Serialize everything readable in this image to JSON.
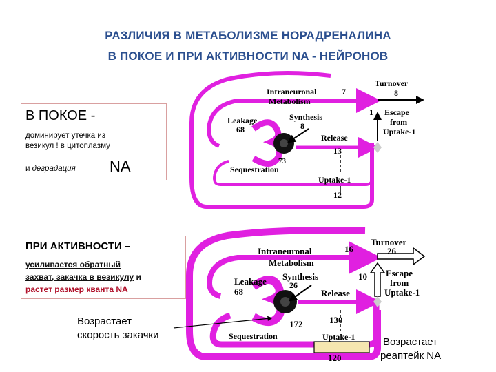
{
  "title": {
    "line1": "РАЗЛИЧИЯ В МЕТАБОЛИЗМЕ НОРАДРЕНАЛИНА",
    "line2": "В ПОКОЕ И ПРИ АКТИВНОСТИ   NA - НЕЙРОНОВ"
  },
  "rest_box": {
    "heading": "В ПОКОЕ -",
    "line1": "доминирует утечка из",
    "line2": "везикул ! в    цитоплазму",
    "line3_prefix": "и ",
    "line3_underlined": "деградация",
    "line3_na": "NA"
  },
  "active_box": {
    "heading": "ПРИ АКТИВНОСТИ –",
    "line1": "усиливается обратный",
    "line2_underlined": "захват, закачка в везикулу",
    "line2_suffix": " и",
    "line3": "растет размер кванта NA"
  },
  "diagram_rest": {
    "intraneuronal": "Intraneuronal",
    "metabolism": "Metabolism",
    "intraneuronal_value": "7",
    "turnover": "Turnover",
    "turnover_value": "8",
    "leakage": "Leakage",
    "leakage_value": "68",
    "synthesis": "Synthesis",
    "synthesis_value": "8",
    "escape_value": "1",
    "escape": "Escape",
    "from": "from",
    "uptake1": "Uptake-1",
    "release": "Release",
    "release_value": "13",
    "sequestration": "Sequestration",
    "sequestration_value": "73",
    "uptake_bottom": "Uptake-1",
    "uptake_value": "12"
  },
  "diagram_active": {
    "intraneuronal": "Intraneuronal",
    "metabolism": "Metabolism",
    "intraneuronal_value": "16",
    "turnover": "Turnover",
    "turnover_value": "26",
    "leakage": "Leakage",
    "leakage_value": "68",
    "synthesis": "Synthesis",
    "synthesis_value": "26",
    "escape_value": "10",
    "escape": "Escape",
    "from": "from",
    "uptake1": "Uptake-1",
    "release": "Release",
    "release_value": "130",
    "sequestration": "Sequestration",
    "sequestration_value": "172",
    "uptake_bottom": "Uptake-1",
    "uptake_value": "120"
  },
  "note_left": {
    "line1": "Возрастает",
    "line2": "скорость закачки"
  },
  "note_right": {
    "line1": "Возрастает",
    "line2": "реаптейк NA"
  },
  "colors": {
    "magenta": "#e020e0",
    "title_blue": "#2b4f8f",
    "box_border": "#d9a0a0",
    "uptake_block": "#f5e6b0"
  }
}
